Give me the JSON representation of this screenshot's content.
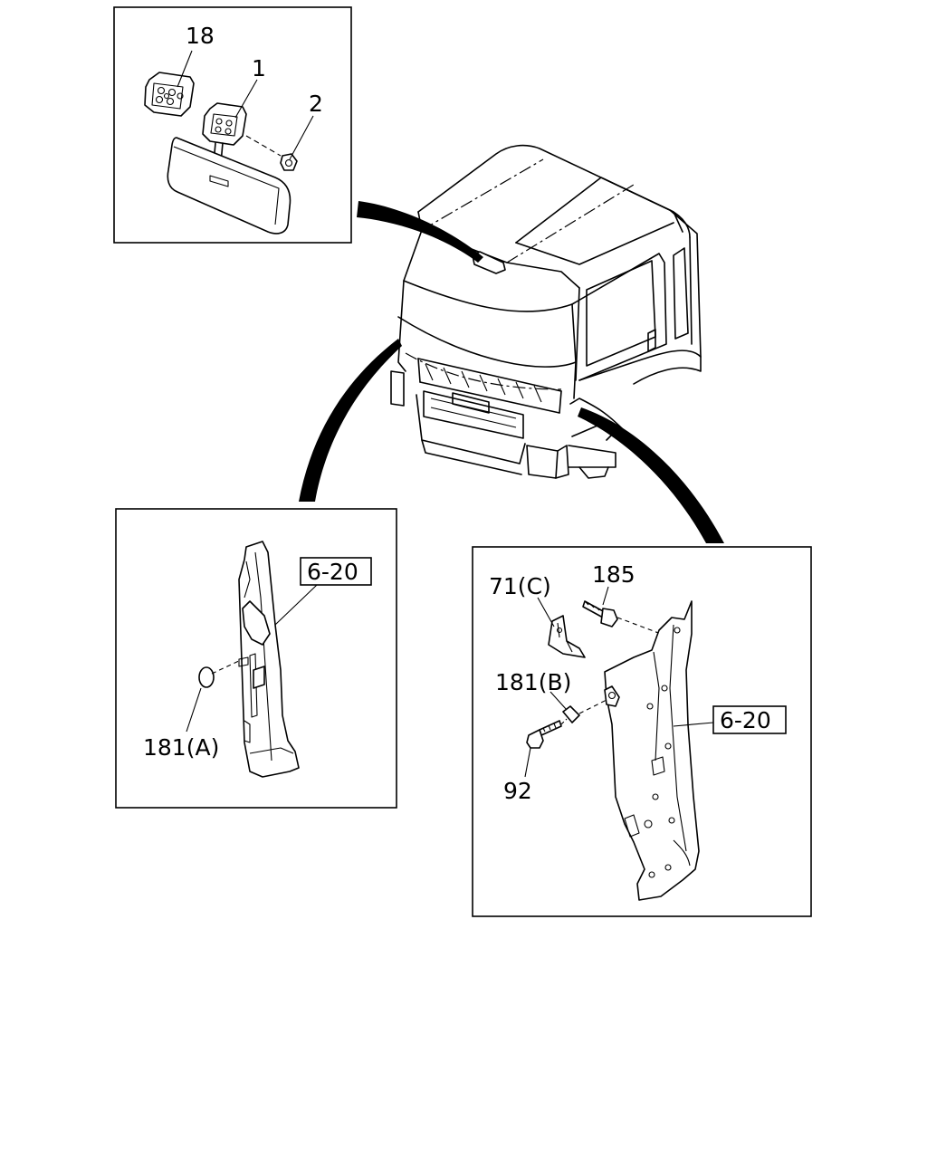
{
  "callouts": {
    "c18": "18",
    "c1": "1",
    "c2": "2",
    "c71c": "71(C)",
    "c185": "185",
    "c181b": "181(B)",
    "c92": "92",
    "c181a": "181(A)",
    "ref_left": "6-20",
    "ref_right": "6-20"
  }
}
